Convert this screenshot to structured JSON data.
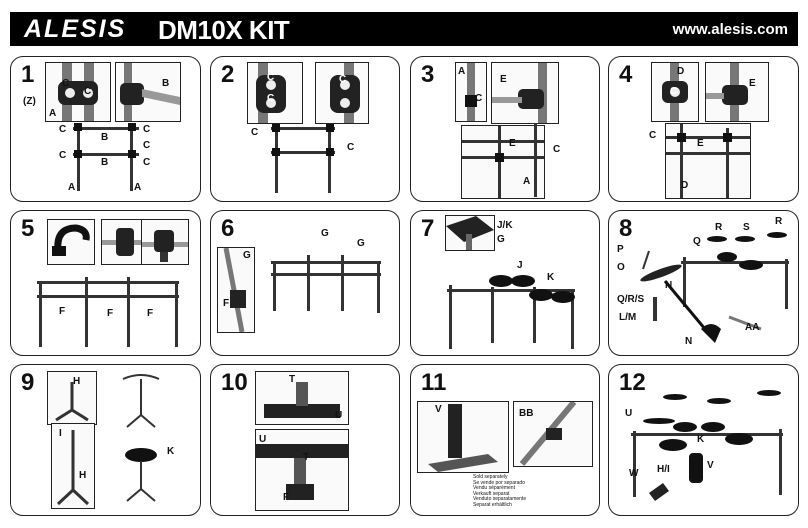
{
  "header": {
    "brand": "ALESIS",
    "model": "DM10X KIT",
    "website": "www.alesis.com"
  },
  "steps": [
    {
      "number": "1",
      "labels": [
        "(Z)",
        "C",
        "C",
        "A",
        "B",
        "C",
        "B",
        "C",
        "C",
        "C",
        "B",
        "C",
        "A",
        "A"
      ]
    },
    {
      "number": "2",
      "labels": [
        "C",
        "C",
        "C",
        "C"
      ]
    },
    {
      "number": "3",
      "labels": [
        "A",
        "C",
        "E",
        "E",
        "C",
        "A"
      ]
    },
    {
      "number": "4",
      "labels": [
        "D",
        "C",
        "E",
        "C",
        "E",
        "D"
      ]
    },
    {
      "number": "5",
      "labels": [
        "F",
        "F",
        "F"
      ]
    },
    {
      "number": "6",
      "labels": [
        "F",
        "G",
        "G",
        "G"
      ]
    },
    {
      "number": "7",
      "labels": [
        "J/K",
        "G",
        "J",
        "K"
      ]
    },
    {
      "number": "8",
      "labels": [
        "R",
        "S",
        "R",
        "Q",
        "P",
        "O",
        "Q/R/S",
        "N",
        "L/M",
        "AA",
        "N"
      ]
    },
    {
      "number": "9",
      "labels": [
        "H",
        "I",
        "H",
        "K"
      ]
    },
    {
      "number": "10",
      "labels": [
        "T",
        "U",
        "U",
        "T",
        "F"
      ]
    },
    {
      "number": "11",
      "labels": [
        "V",
        "BB"
      ],
      "note": [
        "Sold separately",
        "Se vende por separado",
        "Vendu séparément",
        "Verkauft separat",
        "Venduto separatamente",
        "Separat erhältlich"
      ]
    },
    {
      "number": "12",
      "labels": [
        "U",
        "K",
        "H/I",
        "V",
        "W"
      ]
    }
  ]
}
